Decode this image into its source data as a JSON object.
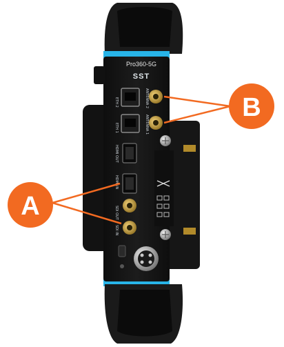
{
  "device": {
    "model_text": "Pro360-5G",
    "brand_text": "SST",
    "port_labels": [
      "ETH 2",
      "ETH 1",
      "HDMI OUT",
      "HDMI IN",
      "SDI OUT",
      "SDI IN",
      "ANTENNA 2",
      "ANTENNA 1"
    ]
  },
  "callouts": {
    "a": {
      "label": "A"
    },
    "b": {
      "label": "B"
    }
  },
  "colors": {
    "callout_orange": "#f26a21",
    "accent_cyan": "#28b4e8",
    "body_black": "#141414"
  }
}
